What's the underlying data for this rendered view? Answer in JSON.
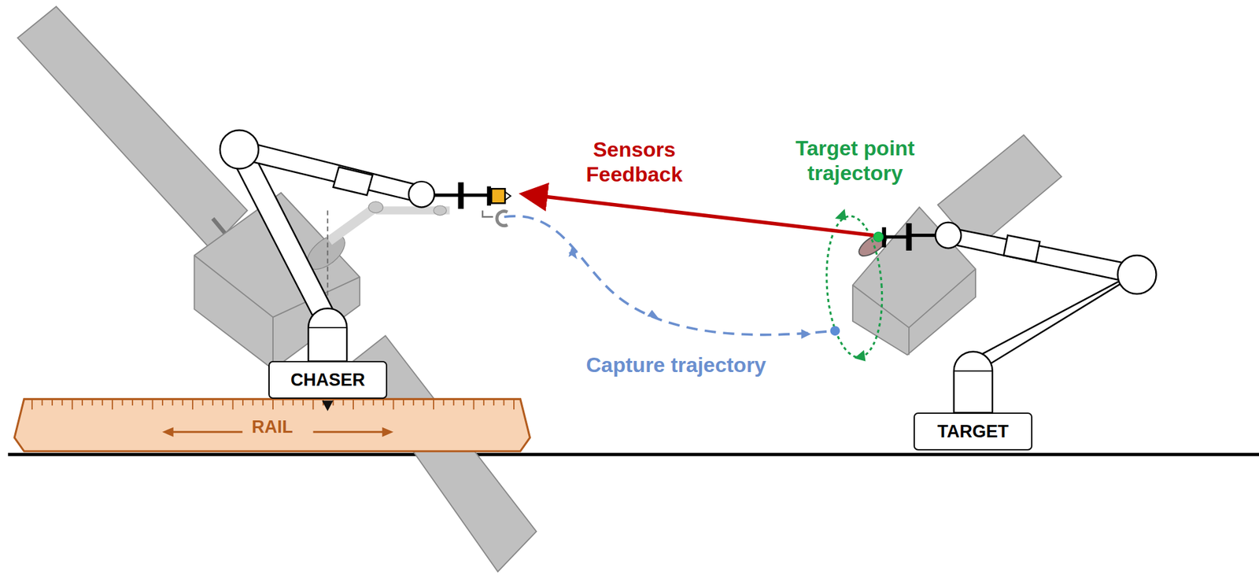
{
  "diagram": {
    "nodes": [
      {
        "text": [
          "RAIL"
        ]
      },
      {
        "text": [
          "CHASER"
        ]
      },
      {
        "text": [
          "TARGET"
        ]
      }
    ],
    "labels": [
      "Sensors Feedback",
      "Target point trajectory",
      "Capture trajectory"
    ]
  }
}
